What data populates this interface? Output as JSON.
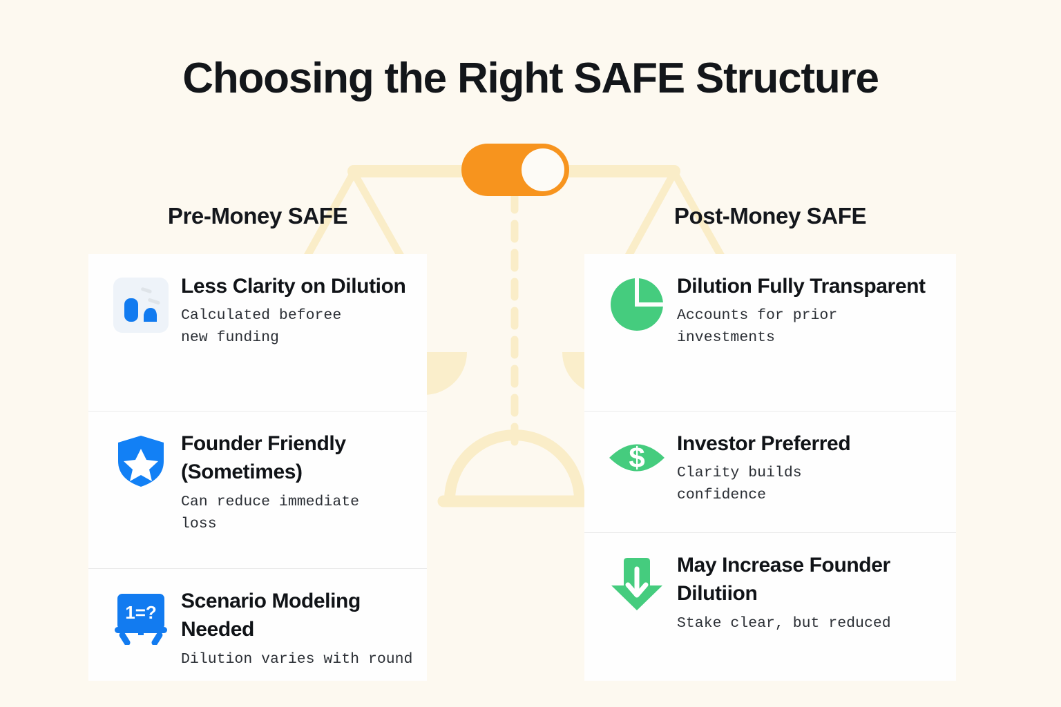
{
  "title": "Choosing the Right SAFE Structure",
  "background_color": "#fdf9f0",
  "toggle": {
    "name": "safe-structure-toggle",
    "state": "on",
    "color": "#f7941e",
    "knob_color": "#fdfbf6"
  },
  "scale": {
    "color": "#faedc8",
    "label": "balance-scale-watermark"
  },
  "columns": [
    {
      "key": "pre",
      "header": "Pre-Money SAFE",
      "accent": "#1478f0",
      "items": [
        {
          "icon": "bar-chart-badge-icon",
          "title": "Less Clarity on Dilution",
          "subtitle": "Calculated beforee new funding",
          "subtitle_lines": [
            "Calculated beforee",
            "new funding"
          ]
        },
        {
          "icon": "shield-star-icon",
          "title": "Founder Friendly (Sometimes)",
          "subtitle": "Can reduce immediate loss",
          "subtitle_lines": [
            "Can reduce immediate",
            "loss"
          ]
        },
        {
          "icon": "whiteboard-equation-icon",
          "title": "Scenario Modeling Needed",
          "subtitle": "Dilution varies with round",
          "subtitle_lines": [
            "Dilution varies with round"
          ],
          "icon_label": "1=?"
        }
      ]
    },
    {
      "key": "post",
      "header": "Post-Money SAFE",
      "accent": "#44cc7c",
      "items": [
        {
          "icon": "pie-chart-icon",
          "title": "Dilution Fully Transparent",
          "subtitle": "Accounts for prior investments",
          "subtitle_lines": [
            "Accounts for prior",
            "investments"
          ]
        },
        {
          "icon": "dollar-eye-icon",
          "title": "Investor Preferred",
          "subtitle": "Clarity builds confidence",
          "subtitle_lines": [
            "Clarity builds",
            "confidence"
          ]
        },
        {
          "icon": "down-arrow-icon",
          "title": "May Increase Founder Dilutiion",
          "subtitle": "Stake clear, but reduced",
          "subtitle_lines": [
            "Stake clear, but reduced"
          ]
        }
      ]
    }
  ]
}
